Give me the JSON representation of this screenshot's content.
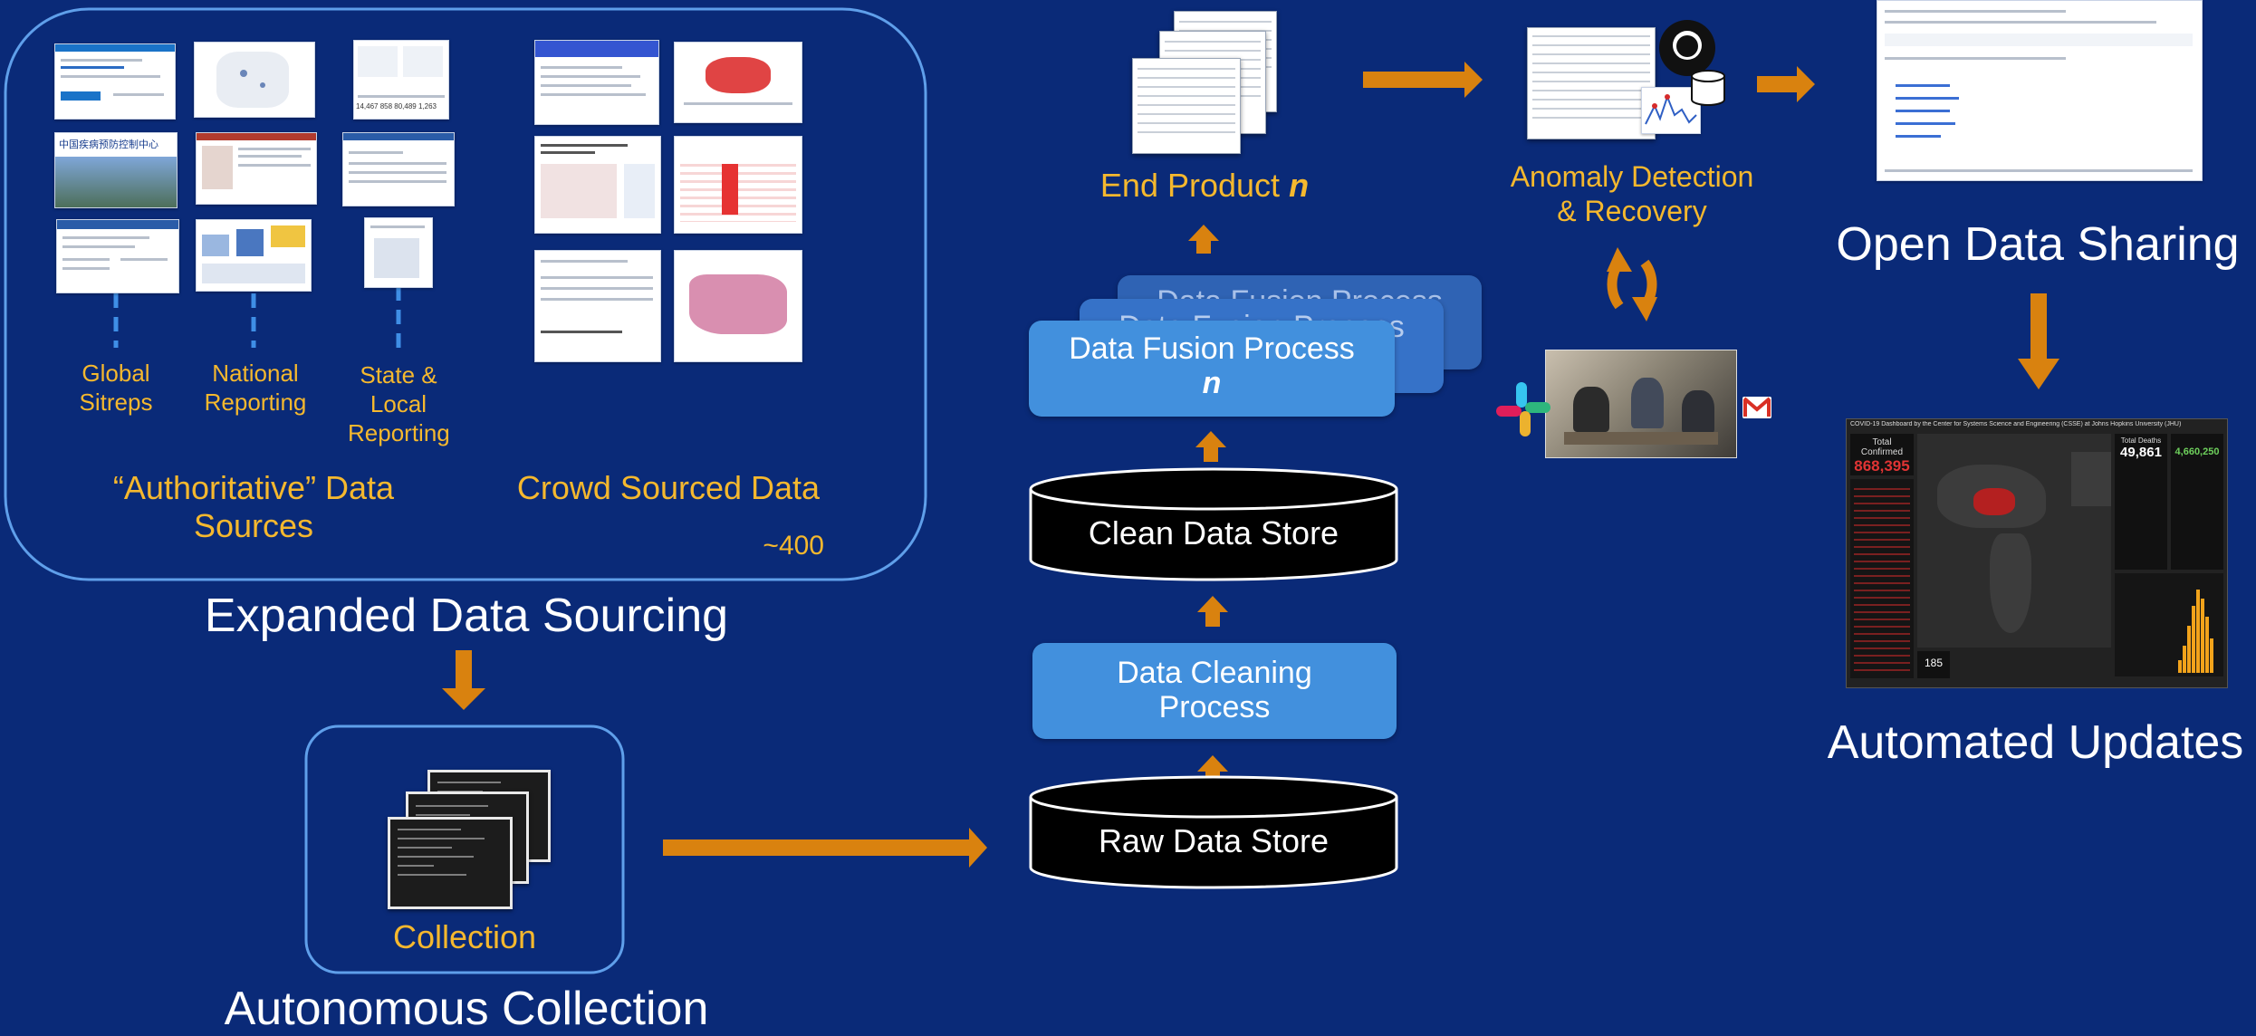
{
  "sourcing": {
    "category_global": "Global Sitreps",
    "category_national": "National Reporting",
    "category_state": "State & Local Reporting",
    "authoritative_label": "“Authoritative” Data Sources",
    "crowd_label": "Crowd Sourced Data",
    "count": "~400",
    "section_title": "Expanded Data Sourcing",
    "thumb_chinese_header": "中国疾病预防控制中心",
    "thumb_stats": "14,467  858  80,489  1,263"
  },
  "collection": {
    "box_label": "Collection",
    "section_title": "Autonomous Collection"
  },
  "pipeline": {
    "raw_store": "Raw Data Store",
    "cleaning": "Data Cleaning Process",
    "clean_store": "Clean Data Store",
    "fusion_back": "Data Fusion Process",
    "fusion_mid": "Data Fusion Process",
    "fusion_front": "Data Fusion Process",
    "fusion_n": "n",
    "end_product": "End Product",
    "end_product_n": "n"
  },
  "anomaly": {
    "label": "Anomaly Detection & Recovery"
  },
  "sharing": {
    "title": "Open Data Sharing"
  },
  "updates": {
    "title": "Automated Updates",
    "dashboard_header": "COVID-19 Dashboard by the Center for Systems Science and Engineering (CSSE) at Johns Hopkins University (JHU)",
    "total_confirmed_label": "Total Confirmed",
    "total_confirmed_value": "868,395",
    "total_deaths_label": "Total Deaths",
    "total_deaths_value": "49,861",
    "total_recovered_value": "4,660,250",
    "countries_count": "185"
  },
  "colors": {
    "background": "#0a2a78",
    "accent_gold": "#f5b82e",
    "arrow_orange": "#d9820f",
    "process_blue": "#4290dd",
    "dashed_blue": "#3f8fe6"
  }
}
